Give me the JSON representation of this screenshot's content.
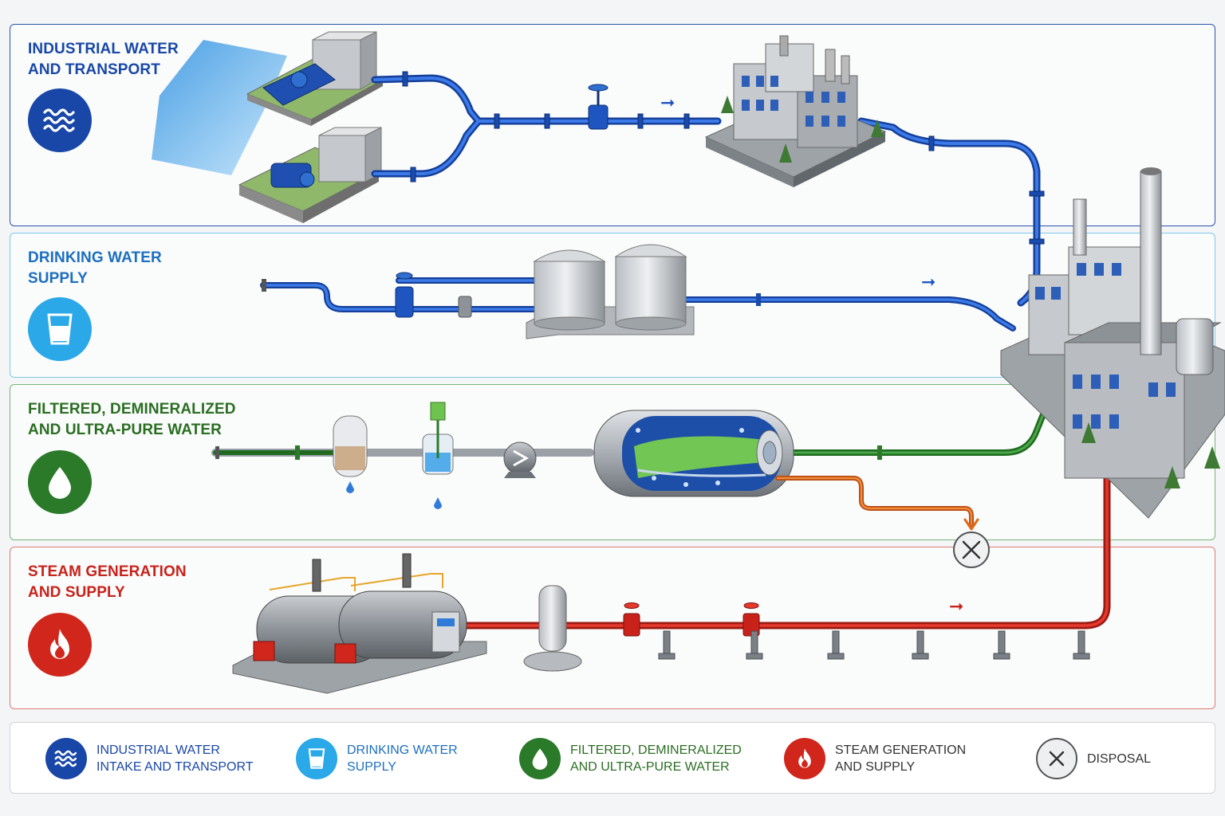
{
  "colors": {
    "industrial": "#1947a8",
    "drinking": "#2aa8e8",
    "filtered": "#2a7a2a",
    "steam": "#d0261c",
    "disposal": "#555555",
    "reject_line": "#e06a1a"
  },
  "bands": [
    {
      "id": "industrial",
      "title": "INDUSTRIAL WATER\nAND TRANSPORT",
      "icon": "waves-icon"
    },
    {
      "id": "drinking",
      "title": "DRINKING WATER\nSUPPLY",
      "icon": "water-glass-icon"
    },
    {
      "id": "filtered",
      "title": "FILTERED, DEMINERALIZED\nAND ULTRA-PURE WATER",
      "icon": "droplet-icon"
    },
    {
      "id": "steam",
      "title": "STEAM GENERATION\nAND SUPPLY",
      "icon": "flame-icon"
    }
  ],
  "legend": [
    {
      "id": "industrial",
      "label": "INDUSTRIAL WATER\nINTAKE AND TRANSPORT",
      "icon": "waves-icon"
    },
    {
      "id": "drinking",
      "label": "DRINKING WATER\nSUPPLY",
      "icon": "water-glass-icon"
    },
    {
      "id": "filtered",
      "label": "FILTERED, DEMINERALIZED\nAND ULTRA-PURE WATER",
      "icon": "droplet-icon"
    },
    {
      "id": "steam",
      "label": "STEAM GENERATION\nAND SUPPLY",
      "icon": "flame-icon"
    },
    {
      "id": "disposal",
      "label": "DISPOSAL",
      "icon": "disposal-x-icon"
    }
  ],
  "flow_arrow_glyph": "➞"
}
